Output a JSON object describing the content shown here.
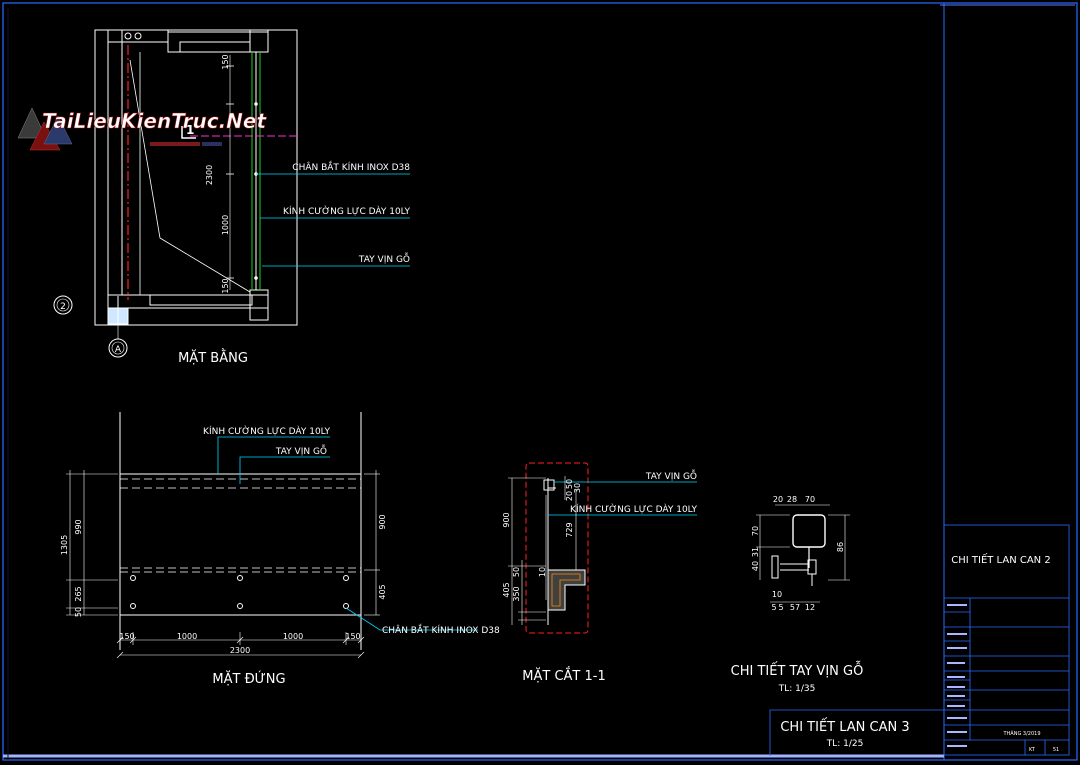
{
  "watermark": {
    "text": "TaiLieuKienTruc.Net"
  },
  "plan": {
    "title": "MẶT BẰNG",
    "section_mark": "1",
    "axis_left": "2",
    "axis_bottom": "A",
    "dims": [
      "150",
      "2300",
      "1000",
      "150"
    ],
    "labels": [
      "CHÂN BẮT KÍNH INOX D38",
      "KÍNH CƯỜNG LỰC DÀY 10LY",
      "TAY VỊN GỖ"
    ]
  },
  "elevation": {
    "title": "MẶT ĐỨNG",
    "labels": [
      "KÍNH CƯỜNG LỰC DÀY 10LY",
      "TAY VỊN GỖ",
      "CHÂN BẮT KÍNH INOX D38"
    ],
    "dims_bottom": [
      "150",
      "1000",
      "1000",
      "150"
    ],
    "dim_total": "2300",
    "dims_left": [
      "1305",
      "990",
      "265",
      "50"
    ],
    "dims_right": [
      "900",
      "405"
    ]
  },
  "section": {
    "title": "MẶT CẮT 1-1",
    "labels": [
      "TAY VỊN GỖ",
      "KÍNH CƯỜNG LỰC DÀY 10LY"
    ],
    "dims_left": [
      "900",
      "405",
      "350",
      "50"
    ],
    "dims_mid": [
      "729",
      "10"
    ],
    "dims_top": [
      "50",
      "20",
      "30"
    ]
  },
  "handrail": {
    "title": "CHI TIẾT TAY VỊN GỖ",
    "scale": "TL: 1/35",
    "dims_top": [
      "20",
      "28",
      "70"
    ],
    "dims_left": [
      "70",
      "40",
      "31"
    ],
    "dim_right": "86",
    "dims_bottom": [
      "10",
      "5",
      "5",
      "57",
      "12"
    ]
  },
  "sheet": {
    "title": "CHI TIẾT LAN CAN 3",
    "scale": "TL: 1/25"
  },
  "title_block": {
    "name": "CHI TIẾT LAN CAN 2",
    "date": "THÁNG 3/2019",
    "code": "KT",
    "number": "51"
  },
  "colors": {
    "background": "#000000",
    "frame": "#2a6cff",
    "cyan": "#00d8ff",
    "red": "#ff2020",
    "magenta": "#ff30d0",
    "green": "#20d020",
    "white": "#ffffff"
  }
}
